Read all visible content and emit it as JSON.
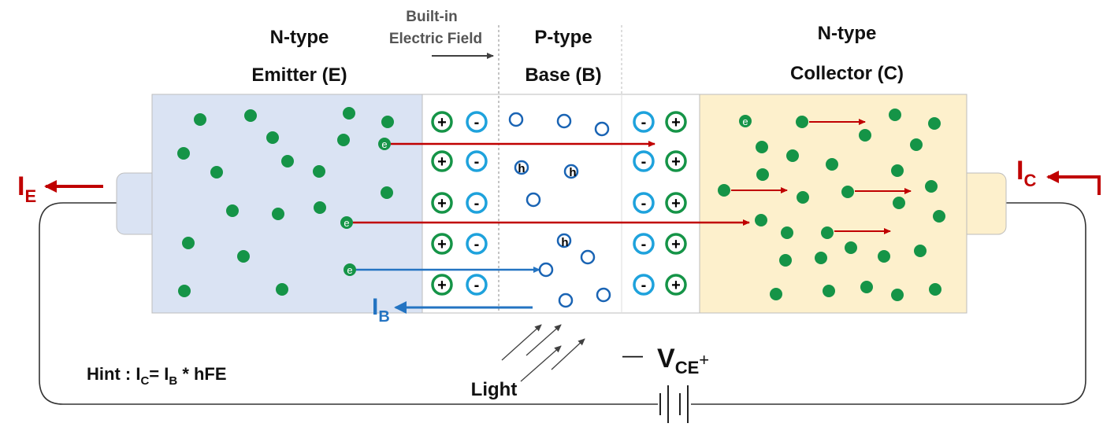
{
  "labels": {
    "emitter_type": "N-type",
    "emitter_name": "Emitter (E)",
    "field_line1": "Built-in",
    "field_line2": "Electric Field",
    "base_type": "P-type",
    "base_name": "Base (B)",
    "collector_type": "N-type",
    "collector_name": "Collector (C)",
    "light": "Light",
    "hint_prefix": "Hint : I",
    "hint_c_sub": "C",
    "hint_mid": "= I",
    "hint_b_sub": "B",
    "hint_suffix": " * hFE",
    "ie_main": "I",
    "ie_sub": "E",
    "ic_main": "I",
    "ic_sub": "C",
    "ib_main": "I",
    "ib_sub": "B",
    "vce_minus": "—",
    "vce_main": "V",
    "vce_sub": "CE",
    "vce_plus": "+"
  },
  "symbols": {
    "electron": "e",
    "hole": "h",
    "plus": "+",
    "minus": "-"
  },
  "colors": {
    "emitter_fill": "#dae3f3",
    "collector_fill": "#fdf0cc",
    "electron_green": "#159447",
    "ion_green": "#159447",
    "ion_blue": "#1ea2dc",
    "hole_blue": "#1a64b4",
    "current_red": "#c00000",
    "current_blue": "#2474c2"
  }
}
